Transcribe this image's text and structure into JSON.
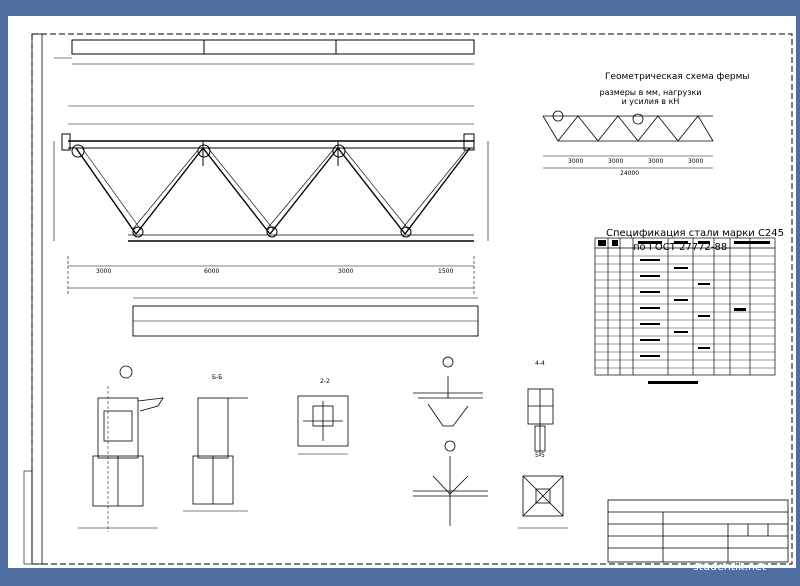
{
  "drawing": {
    "geo_title": "Геометрическая схема фермы",
    "geo_subtitle": "размеры в мм, нагрузки и усилия в кН",
    "spec_title_line1": "Спецификация стали марки С245",
    "spec_title_line2": "по ГОСТ 27772-88",
    "section_labels": [
      "Б-Б",
      "2-2",
      "4-4",
      "5-5"
    ],
    "truss_dims": [
      "3000",
      "6000",
      "3000",
      "1500"
    ],
    "geo_dims": [
      "3000",
      "3000",
      "3000",
      "3000"
    ],
    "span_total": "24000"
  },
  "watermark": "studentik.net",
  "colors": {
    "background": "#4f6fa2",
    "sheet": "#ffffff",
    "ink": "#000000"
  }
}
